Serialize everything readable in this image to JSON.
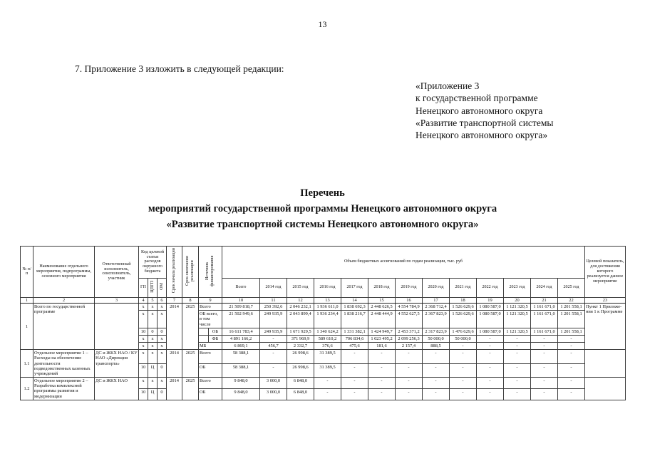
{
  "page": {
    "number": "13"
  },
  "intro": {
    "paragraph": "7. Приложение 3 изложить в следующей редакции:"
  },
  "annex_block": {
    "lines": [
      "«Приложение 3",
      "к государственной программе",
      "Ненецкого автономного округа",
      "«Развитие транспортной системы",
      "Ненецкого автономного округа»"
    ]
  },
  "title": {
    "lines": [
      "Перечень",
      "мероприятий государственной программы Ненецкого автономного округа",
      "«Развитие транспортной системы Ненецкого автономного округа»"
    ]
  },
  "table": {
    "headers": {
      "num": "№ п/п",
      "name": "Наименование отдельного мероприятия, подпрограммы, основного мероприятия",
      "executor": "Ответственный исполнитель, соисполнитель, участник",
      "code_group": "Код целевой статьи расходов окружного бюджета",
      "code_cols": [
        "ГП",
        "ЦПГП",
        "ОМ"
      ],
      "start": "Срок начала реализации",
      "end": "Срок окончания реализации",
      "source": "Источник финансирования",
      "volume_group": "Объем бюджетных ассигнований по годам реализации, тыс. руб",
      "year_cols": [
        "Всего",
        "2014 год",
        "2015 год",
        "2016 год",
        "2017 год",
        "2018 год",
        "2019 год",
        "2020 год",
        "2021 год",
        "2022 год",
        "2023 год",
        "2024 год",
        "2025 год"
      ],
      "target": "Целевой показатель, для достижения которого реализуется данное мероприятие"
    },
    "column_numbers": [
      "1",
      "2",
      "3",
      "4",
      "5",
      "6",
      "7",
      "8",
      "9",
      "10",
      "11",
      "12",
      "13",
      "14",
      "15",
      "16",
      "17",
      "18",
      "19",
      "20",
      "21",
      "22",
      "23"
    ],
    "rows": [
      {
        "num": "1",
        "name": "Всего по государственной программе",
        "executor": "",
        "start": "2014",
        "end": "2025",
        "target": "Пункт 1 Приложе-ния 1 к Программе",
        "subrows": [
          {
            "codes": [
              "х",
              "х",
              "х"
            ],
            "source": "Всего",
            "nested": false,
            "values": [
              "21 509 818,7",
              "250 392,6",
              "2 046 232,1",
              "1 936 611,0",
              "1 838 692,3",
              "2 448 626,5",
              "4 554 784,9",
              "2 368 712,4",
              "1 526 629,6",
              "1 080 587,0",
              "1 121 320,5",
              "1 161 671,0",
              "1 201 558,1"
            ]
          },
          {
            "codes": [
              "х",
              "х",
              "х"
            ],
            "source": "ОБ всего, в том числе",
            "nested": false,
            "values": [
              "21 502 949,6",
              "249 935,9",
              "2 043 899,4",
              "1 936 234,4",
              "1 838 216,7",
              "2 448 444,9",
              "4 552 627,5",
              "2 367 823,9",
              "1 526 629,6",
              "1 080 587,0",
              "1 121 320,5",
              "1 161 671,0",
              "1 201 558,1"
            ]
          },
          {
            "codes": [
              "10",
              "0",
              "0"
            ],
            "source": "ОБ",
            "nested": true,
            "values": [
              "16 611 783,4",
              "249 935,9",
              "1 671 929,5",
              "1 340 624,2",
              "1 331 382,1",
              "1 424 949,7",
              "2 453 371,2",
              "2 317 823,9",
              "1 476 629,6",
              "1 080 587,0",
              "1 121 320,5",
              "1 161 671,0",
              "1 201 558,1"
            ]
          },
          {
            "codes": [
              "х",
              "х",
              "х"
            ],
            "source": "ФБ",
            "nested": true,
            "values": [
              "4 891 166,2",
              "-",
              "371 969,9",
              "589 610,2",
              "706 834,6",
              "1 023 495,2",
              "2 099 256,3",
              "50 000,0",
              "50 000,0",
              "-",
              "-",
              "-",
              "-"
            ]
          },
          {
            "codes": [
              "х",
              "х",
              "х"
            ],
            "source": "МБ",
            "nested": false,
            "values": [
              "6 869,1",
              "456,7",
              "2 332,7",
              "376,6",
              "475,6",
              "181,6",
              "2 157,4",
              "888,5",
              "-",
              "-",
              "-",
              "-",
              "-"
            ]
          }
        ]
      },
      {
        "num": "1.1",
        "name": "Отдельное мероприятие 1 – Расходы на обеспечение деятельности подведомственных казенных учреждений",
        "executor": "ДС и ЖКХ НАО / КУ НАО «Дирекция транспорта»",
        "start": "2014",
        "end": "2025",
        "target": "",
        "subrows": [
          {
            "codes": [
              "х",
              "х",
              "х"
            ],
            "source": "Всего",
            "nested": false,
            "values": [
              "58 388,1",
              "-",
              "26 998,6",
              "31 389,5",
              "-",
              "-",
              "-",
              "-",
              "-",
              "-",
              "-",
              "-",
              "-"
            ]
          },
          {
            "codes": [
              "10",
              "Ц",
              "0"
            ],
            "source": "ОБ",
            "nested": false,
            "values": [
              "58 388,1",
              "-",
              "26 998,6",
              "31 389,5",
              "-",
              "-",
              "-",
              "-",
              "-",
              "-",
              "-",
              "-",
              "-"
            ]
          }
        ]
      },
      {
        "num": "1.2",
        "name": "Отдельное мероприятие 2 – Разработка комплексной программы развития и модернизации",
        "executor": "ДС и ЖКХ НАО",
        "start": "2014",
        "end": "2025",
        "target": "",
        "subrows": [
          {
            "codes": [
              "х",
              "х",
              "х"
            ],
            "source": "Всего",
            "nested": false,
            "values": [
              "9 848,0",
              "3 000,0",
              "6 848,0",
              "-",
              "-",
              "-",
              "-",
              "-",
              "-",
              "-",
              "-",
              "-",
              "-"
            ]
          },
          {
            "codes": [
              "10",
              "Ц",
              "0"
            ],
            "source": "ОБ",
            "nested": false,
            "values": [
              "9 848,0",
              "3 000,0",
              "6 848,0",
              "-",
              "-",
              "-",
              "-",
              "-",
              "-",
              "-",
              "-",
              "-",
              "-"
            ]
          }
        ]
      }
    ]
  }
}
